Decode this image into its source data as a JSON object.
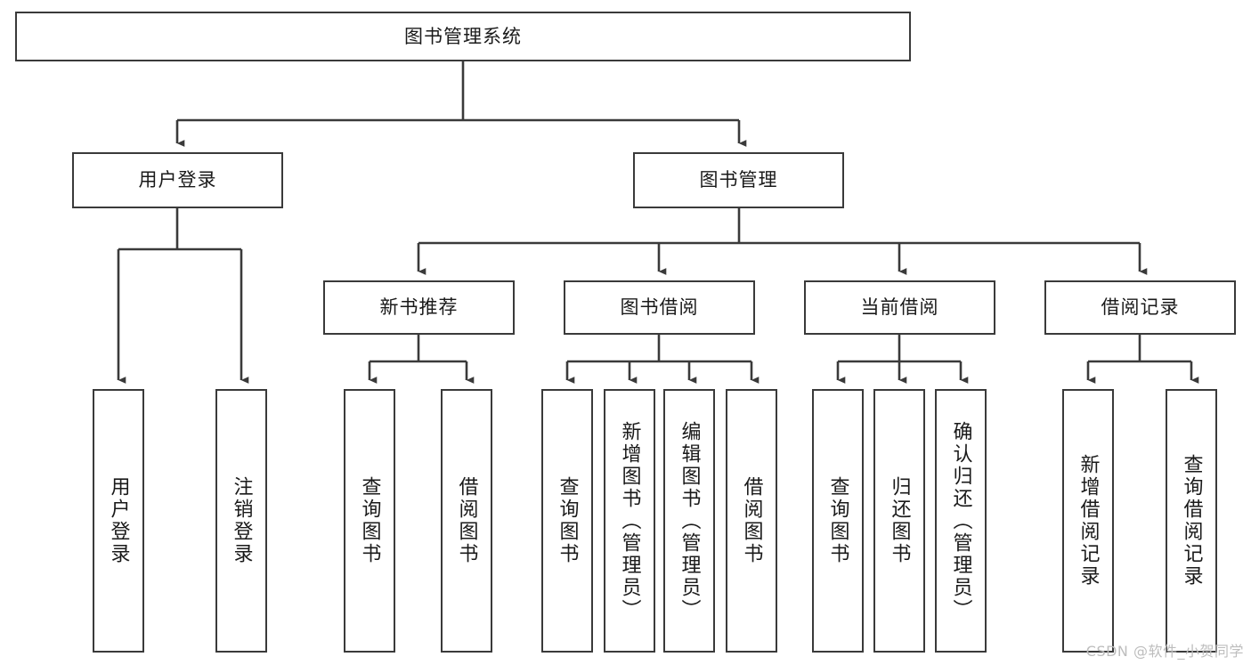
{
  "diagram": {
    "title": "图书管理系统",
    "root": {
      "id": "root",
      "label": "图书管理系统"
    },
    "level1": [
      {
        "id": "user-login",
        "label": "用户登录"
      },
      {
        "id": "book-manage",
        "label": "图书管理"
      }
    ],
    "level2": [
      {
        "id": "new-book-recommend",
        "label": "新书推荐",
        "parent": "book-manage"
      },
      {
        "id": "book-borrow",
        "label": "图书借阅",
        "parent": "book-manage"
      },
      {
        "id": "current-borrow",
        "label": "当前借阅",
        "parent": "book-manage"
      },
      {
        "id": "borrow-record",
        "label": "借阅记录",
        "parent": "book-manage"
      }
    ],
    "leaves": [
      {
        "id": "leaf-user-login",
        "label": "用户登录",
        "parent": "user-login"
      },
      {
        "id": "leaf-logout-login",
        "label": "注销登录",
        "parent": "user-login"
      },
      {
        "id": "leaf-query-book-1",
        "label": "查询图书",
        "parent": "new-book-recommend"
      },
      {
        "id": "leaf-borrow-book-1",
        "label": "借阅图书",
        "parent": "new-book-recommend"
      },
      {
        "id": "leaf-query-book-2",
        "label": "查询图书",
        "parent": "book-borrow"
      },
      {
        "id": "leaf-add-book",
        "label": "新增图书（管理员）",
        "parent": "book-borrow"
      },
      {
        "id": "leaf-edit-book",
        "label": "编辑图书（管理员）",
        "parent": "book-borrow"
      },
      {
        "id": "leaf-borrow-book-2",
        "label": "借阅图书",
        "parent": "book-borrow"
      },
      {
        "id": "leaf-query-book-3",
        "label": "查询图书",
        "parent": "current-borrow"
      },
      {
        "id": "leaf-return-book",
        "label": "归还图书",
        "parent": "current-borrow"
      },
      {
        "id": "leaf-confirm-return",
        "label": "确认归还（管理员）",
        "parent": "current-borrow"
      },
      {
        "id": "leaf-add-record",
        "label": "新增借阅记录",
        "parent": "borrow-record"
      },
      {
        "id": "leaf-query-record",
        "label": "查询借阅记录",
        "parent": "borrow-record"
      }
    ],
    "watermark": "CSDN @软件_小贺同学",
    "colors": {
      "border": "#3a3a3a",
      "text": "#1a1a1a",
      "background": "#ffffff",
      "watermark": "#bdbdbd"
    }
  }
}
